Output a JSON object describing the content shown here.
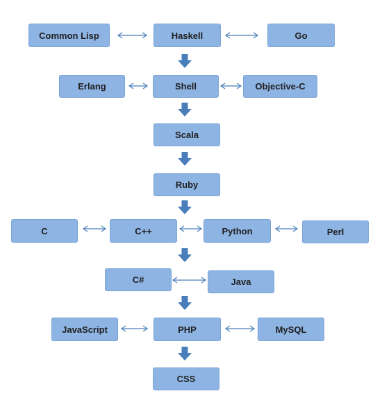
{
  "diagram": {
    "nodes": {
      "common_lisp": "Common Lisp",
      "haskell": "Haskell",
      "go": "Go",
      "erlang": "Erlang",
      "shell": "Shell",
      "objective_c": "Objective-C",
      "scala": "Scala",
      "ruby": "Ruby",
      "c": "C",
      "cpp": "C++",
      "python": "Python",
      "perl": "Perl",
      "csharp": "C#",
      "java": "Java",
      "javascript": "JavaScript",
      "php": "PHP",
      "mysql": "MySQL",
      "css": "CSS"
    },
    "colors": {
      "node_fill": "#8eb4e3",
      "down_arrow": "#4a7ebb",
      "link_arrow": "#4a7ebb"
    }
  }
}
